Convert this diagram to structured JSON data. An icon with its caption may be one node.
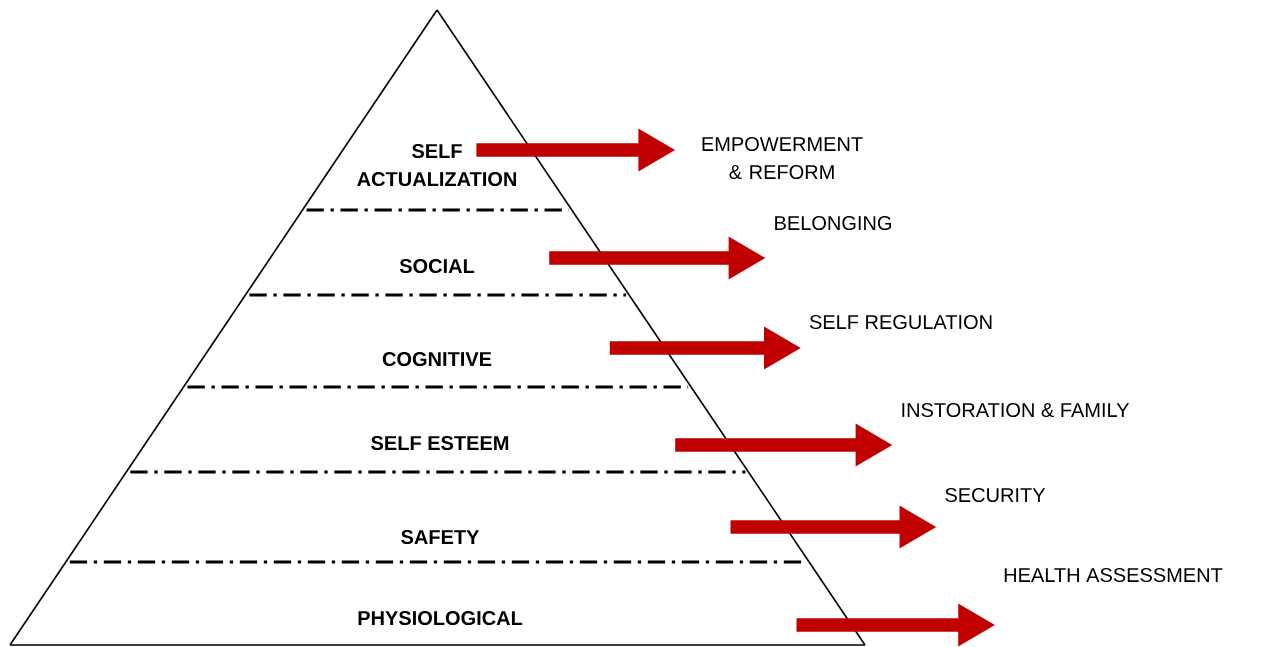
{
  "diagram": {
    "nodes": [
      {
        "text": [
          "SELF ACTUALIZATION"
        ]
      },
      {
        "text": [
          "SOCIAL"
        ]
      },
      {
        "text": [
          "COGNITIVE"
        ]
      },
      {
        "text": [
          "SELF ESTEEM"
        ]
      },
      {
        "text": [
          "SAFETY"
        ]
      },
      {
        "text": [
          "PHYSIOLOGICAL"
        ]
      },
      {
        "text": [
          "EMPOWERMENT & REFORM"
        ]
      },
      {
        "text": [
          "BELONGING"
        ]
      },
      {
        "text": [
          "SELF REGULATION"
        ]
      },
      {
        "text": [
          "INSTORATION & FAMILY"
        ]
      },
      {
        "text": [
          "SECURITY"
        ]
      },
      {
        "text": [
          "HEALTH ASSESSMENT"
        ]
      }
    ],
    "edges": [
      {
        "from": 0,
        "to": 6,
        "arrow": "to"
      },
      {
        "from": 1,
        "to": 7,
        "arrow": "to"
      },
      {
        "from": 2,
        "to": 8,
        "arrow": "to"
      },
      {
        "from": 3,
        "to": 9,
        "arrow": "to"
      },
      {
        "from": 4,
        "to": 10,
        "arrow": "to"
      },
      {
        "from": 5,
        "to": 11,
        "arrow": "to"
      }
    ]
  }
}
